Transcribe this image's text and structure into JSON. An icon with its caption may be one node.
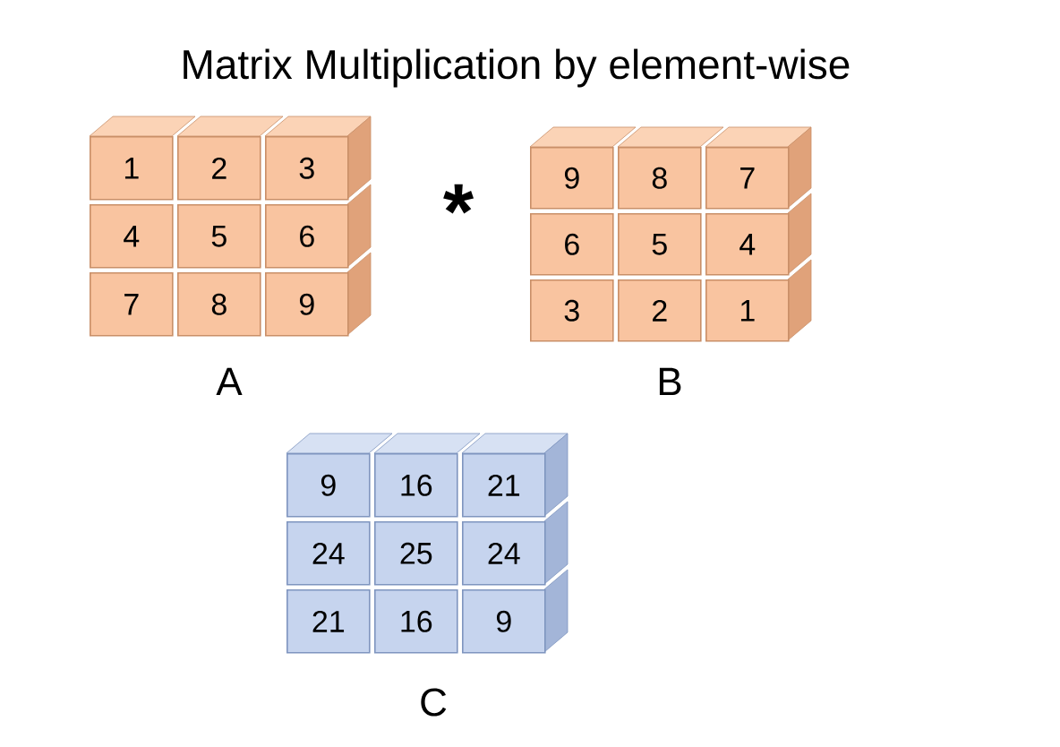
{
  "diagram": {
    "title": "Matrix Multiplication by element-wise",
    "nodes": [
      {
        "text": [
          "1"
        ]
      },
      {
        "text": [
          "2"
        ]
      },
      {
        "text": [
          "3"
        ]
      },
      {
        "text": [
          "4"
        ]
      },
      {
        "text": [
          "5"
        ]
      },
      {
        "text": [
          "6"
        ]
      },
      {
        "text": [
          "7"
        ]
      },
      {
        "text": [
          "8"
        ]
      },
      {
        "text": [
          "9"
        ]
      },
      {
        "text": [
          "9"
        ]
      },
      {
        "text": [
          "8"
        ]
      },
      {
        "text": [
          "7"
        ]
      },
      {
        "text": [
          "6"
        ]
      },
      {
        "text": [
          "5"
        ]
      },
      {
        "text": [
          "4"
        ]
      },
      {
        "text": [
          "3"
        ]
      },
      {
        "text": [
          "2"
        ]
      },
      {
        "text": [
          "1"
        ]
      },
      {
        "text": [
          "9"
        ]
      },
      {
        "text": [
          "16"
        ]
      },
      {
        "text": [
          "21"
        ]
      },
      {
        "text": [
          "24"
        ]
      },
      {
        "text": [
          "25"
        ]
      },
      {
        "text": [
          "24"
        ]
      },
      {
        "text": [
          "21"
        ]
      },
      {
        "text": [
          "16"
        ]
      },
      {
        "text": [
          "9"
        ]
      }
    ],
    "labels": [
      "*",
      "A",
      "B",
      "C"
    ]
  }
}
